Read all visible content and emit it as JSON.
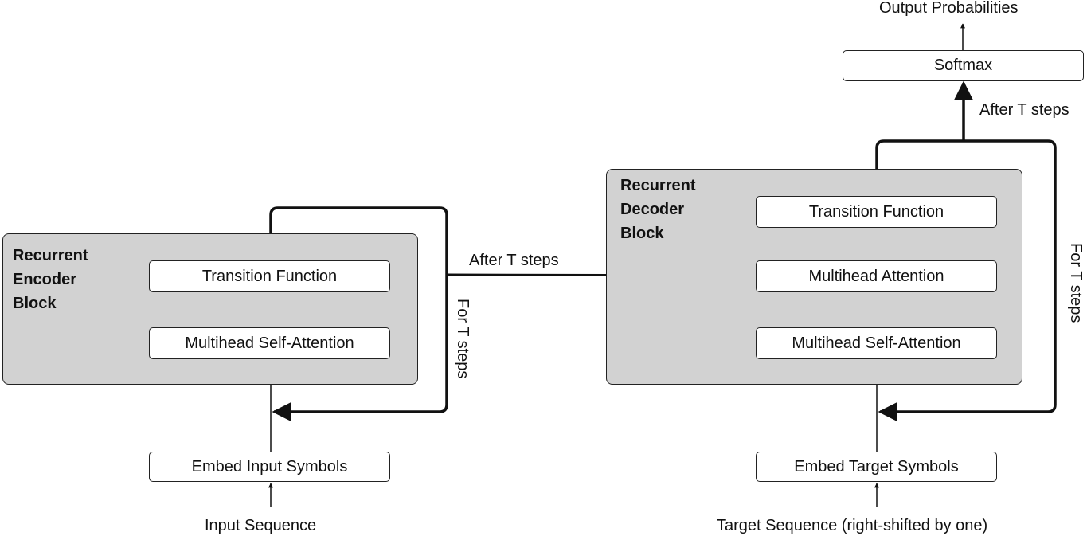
{
  "encoder": {
    "block_title": "Recurrent\nEncoder\nBlock",
    "transition": "Transition Function",
    "attention": "Multihead Self-Attention",
    "embed": "Embed Input Symbols",
    "input": "Input Sequence",
    "loop_label": "For T steps"
  },
  "bridge_label": "After T steps",
  "decoder": {
    "block_title": "Recurrent\nDecoder\nBlock",
    "transition": "Transition Function",
    "cross_attention": "Multihead Attention",
    "self_attention": "Multihead Self-Attention",
    "embed": "Embed Target Symbols",
    "input": "Target Sequence (right-shifted by one)",
    "loop_label": "For T steps"
  },
  "output": {
    "softmax": "Softmax",
    "after_label": "After T steps",
    "probabilities": "Output Probabilities"
  }
}
